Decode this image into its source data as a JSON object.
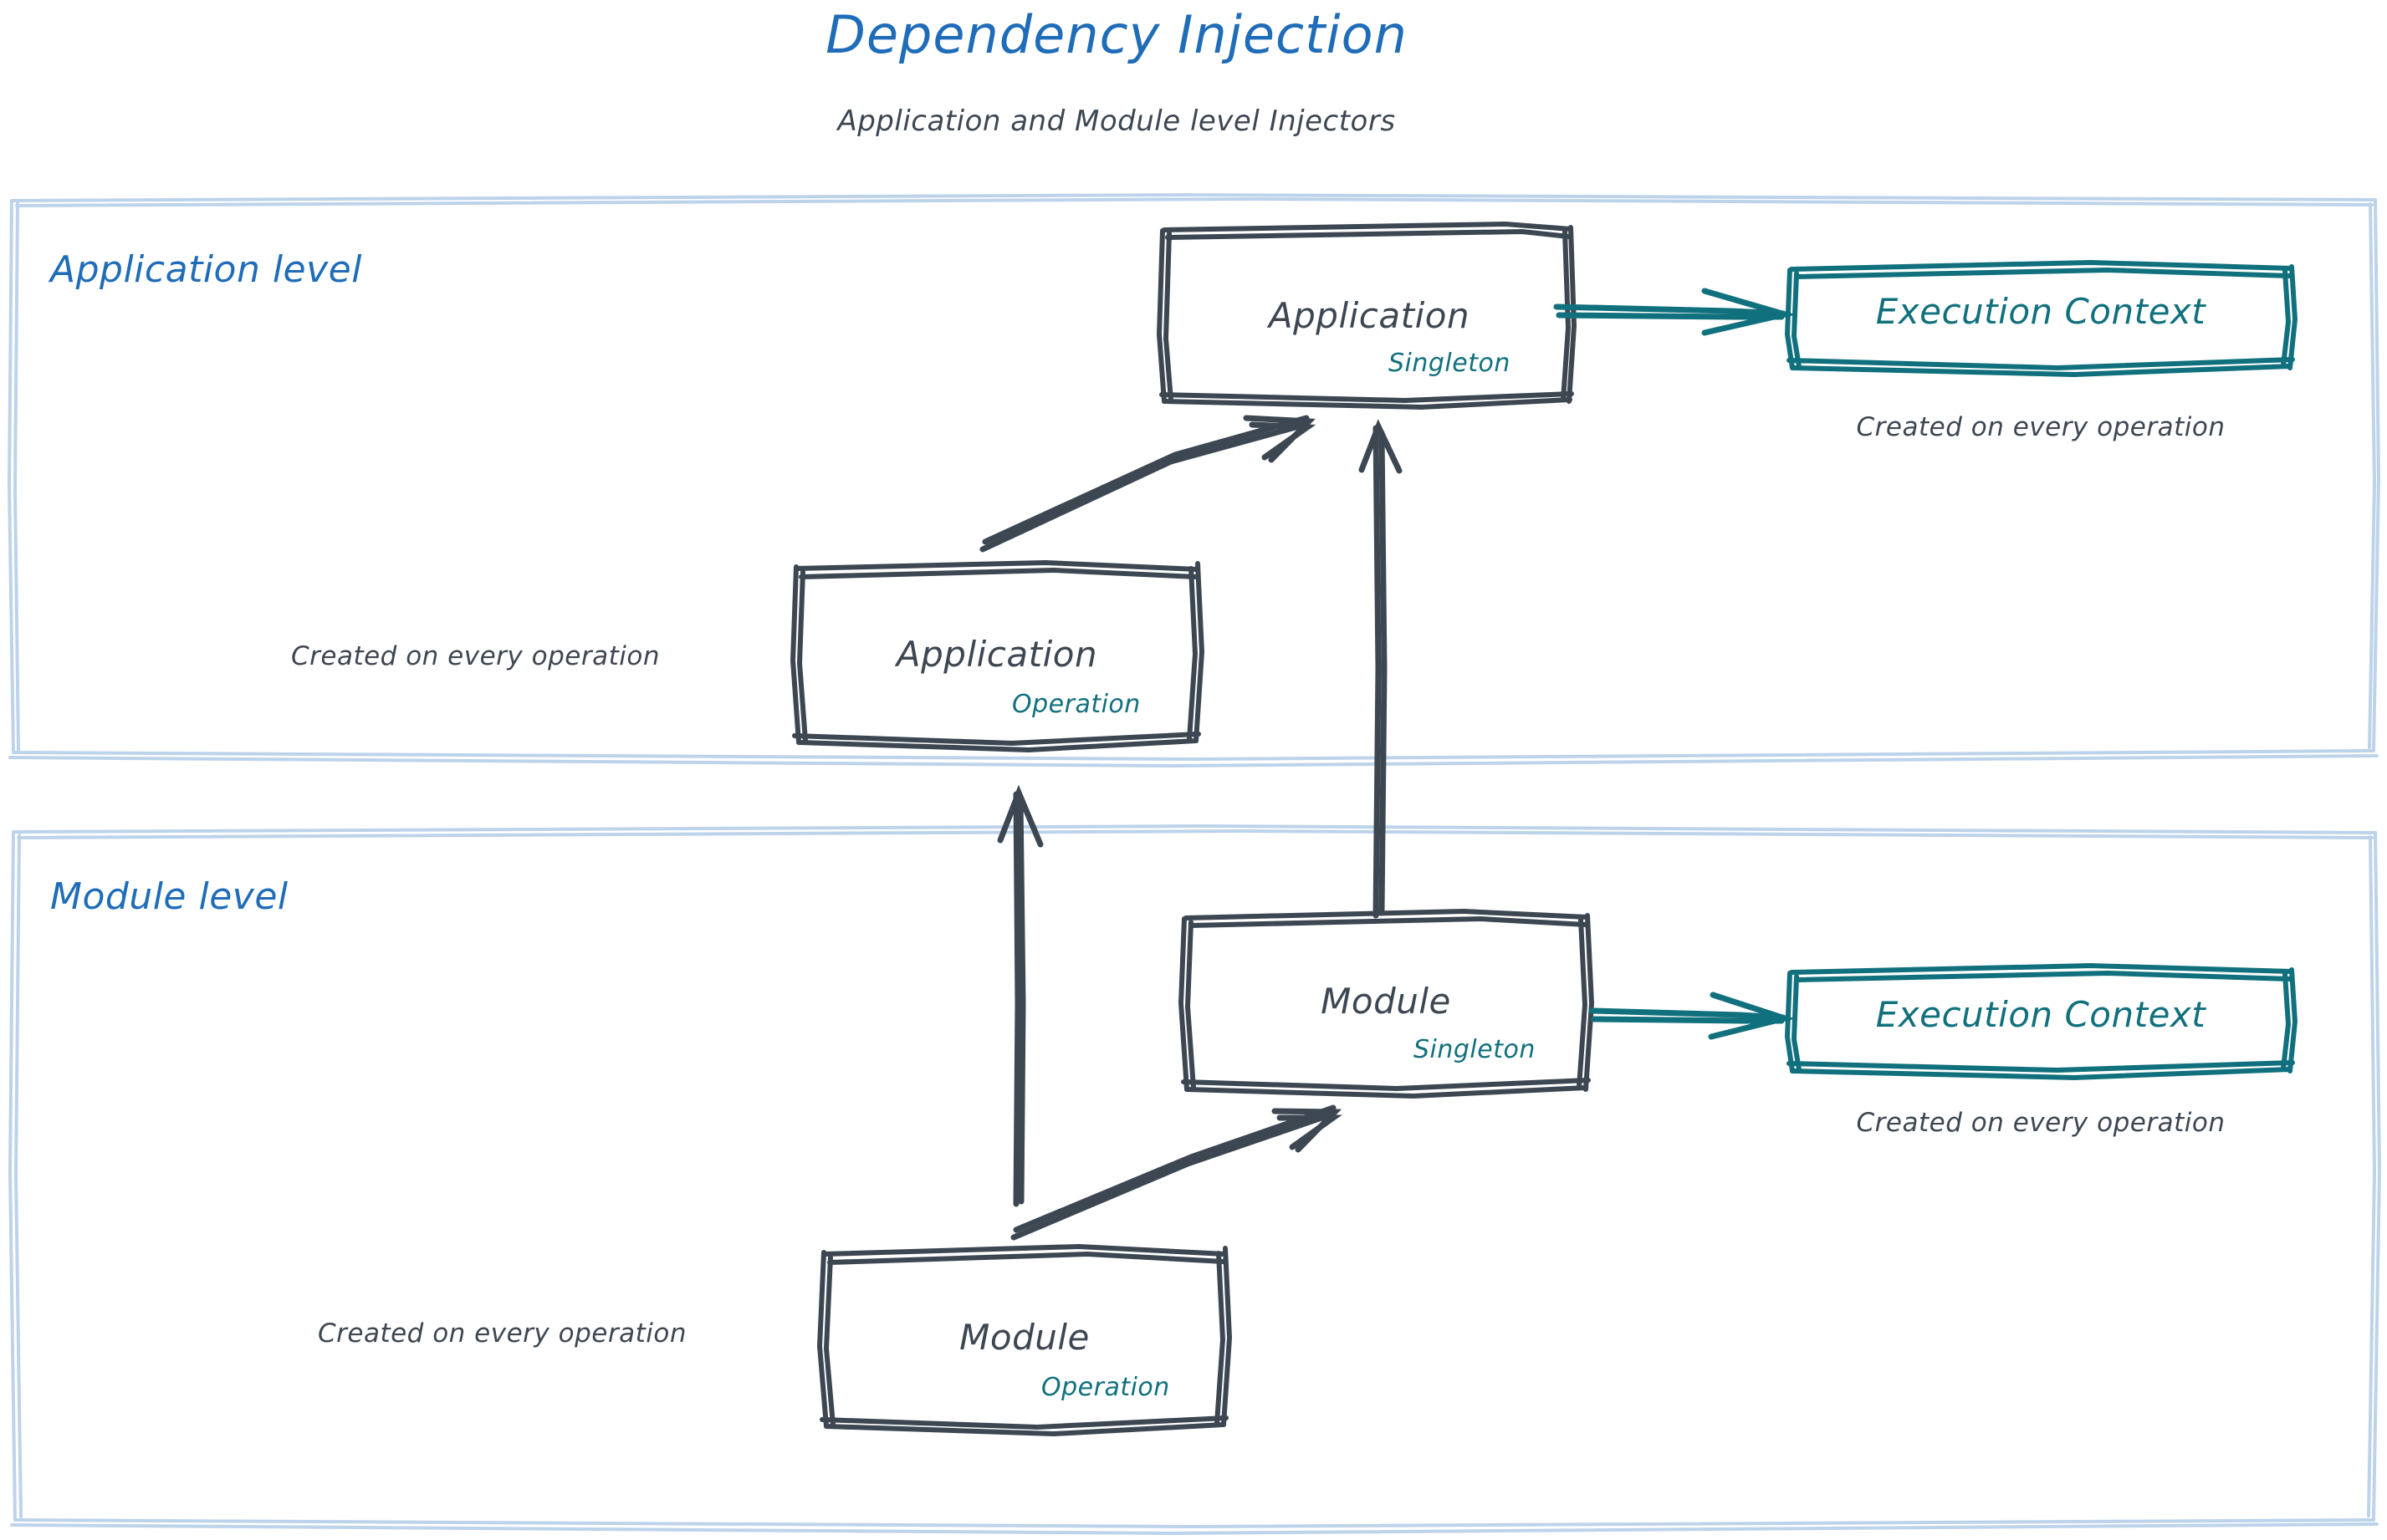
{
  "header": {
    "title": "Dependency Injection",
    "subtitle": "Application and Module level Injectors"
  },
  "colors": {
    "title_blue": "#1f6cb8",
    "zone_label_blue": "#1f6cb8",
    "zone_border_blue": "#bdd3ea",
    "ink_gray": "#3d4752",
    "scope_teal": "#11707d",
    "background": "#ffffff"
  },
  "zones": [
    {
      "id": "application-level",
      "label": "Application level"
    },
    {
      "id": "module-level",
      "label": "Module level"
    }
  ],
  "nodes": {
    "application_singleton": {
      "title": "Application",
      "scope": "Singleton"
    },
    "application_operation": {
      "title": "Application",
      "scope": "Operation",
      "caption": "Created on every operation"
    },
    "application_execution_context": {
      "title": "Execution Context",
      "caption": "Created on every operation"
    },
    "module_singleton": {
      "title": "Module",
      "scope": "Singleton"
    },
    "module_operation": {
      "title": "Module",
      "scope": "Operation",
      "caption": "Created on every operation"
    },
    "module_execution_context": {
      "title": "Execution Context",
      "caption": "Created on every operation"
    }
  },
  "edges": [
    {
      "id": "app-singleton-to-app-exec-context",
      "from": "application_singleton",
      "to": "application_execution_context",
      "color": "#11707d"
    },
    {
      "id": "app-operation-to-app-singleton",
      "from": "application_operation",
      "to": "application_singleton",
      "color": "#3d4752"
    },
    {
      "id": "module-singleton-to-app-singleton",
      "from": "module_singleton",
      "to": "application_singleton",
      "color": "#3d4752"
    },
    {
      "id": "module-operation-to-app-operation",
      "from": "module_operation",
      "to": "application_operation",
      "color": "#3d4752"
    },
    {
      "id": "module-operation-to-module-singleton",
      "from": "module_operation",
      "to": "module_singleton",
      "color": "#3d4752"
    },
    {
      "id": "module-singleton-to-module-exec-context",
      "from": "module_singleton",
      "to": "module_execution_context",
      "color": "#11707d"
    }
  ]
}
